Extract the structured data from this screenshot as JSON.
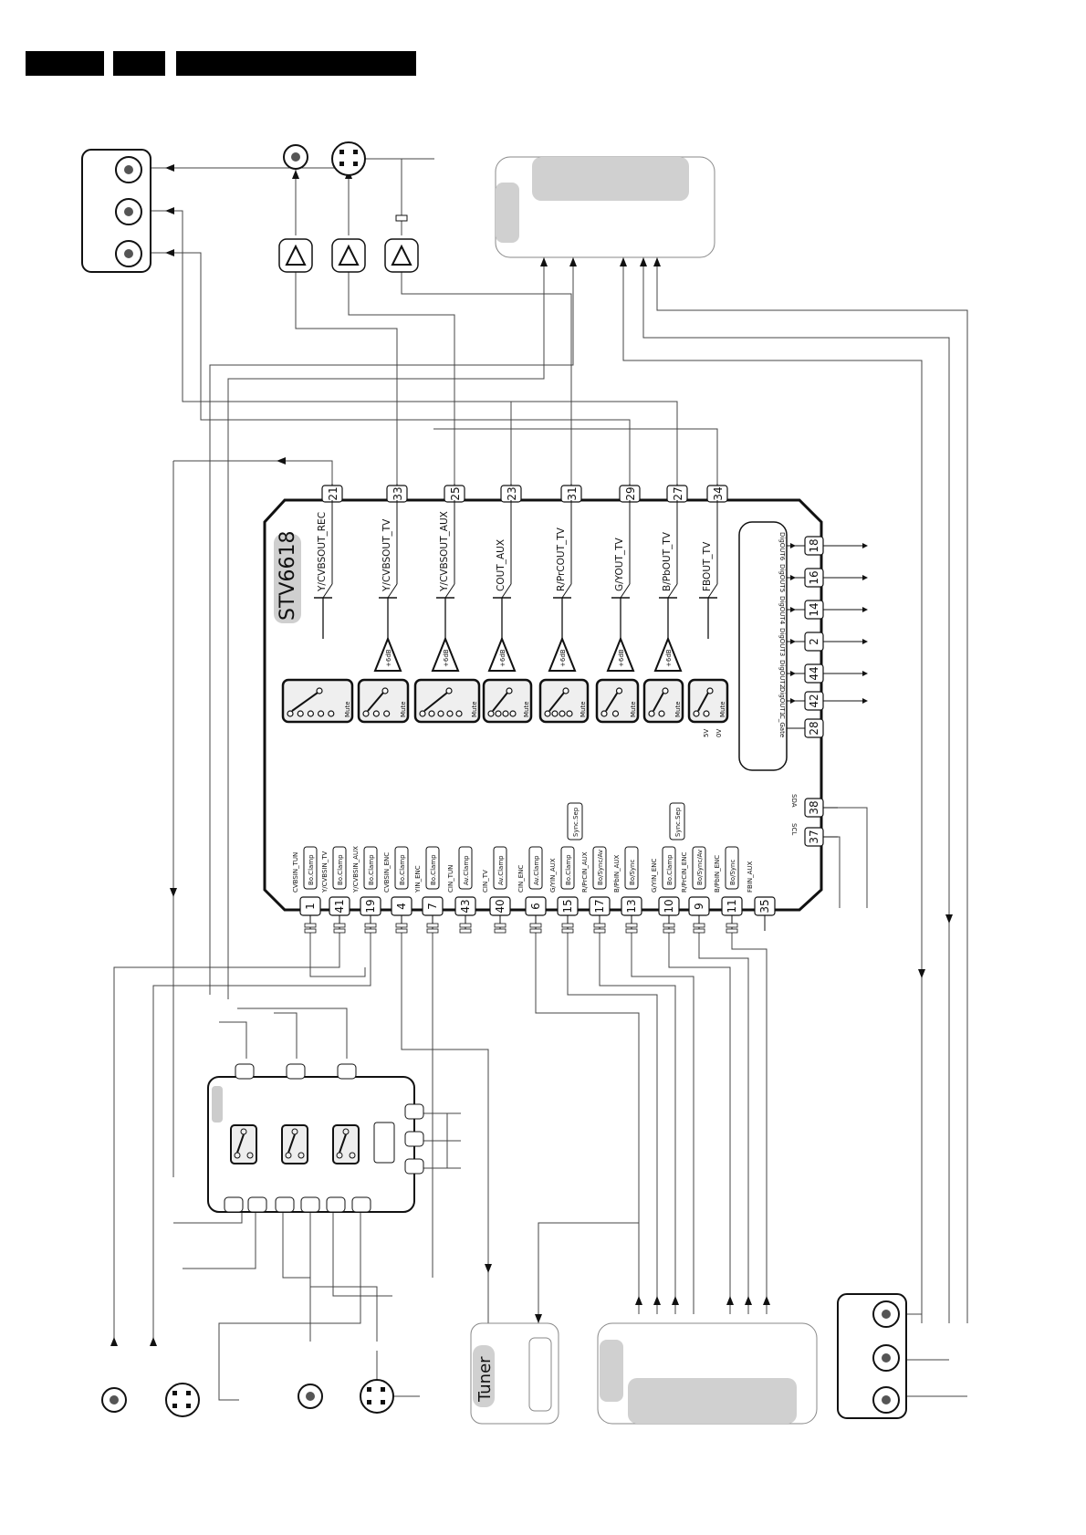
{
  "header": {
    "bars": [
      "",
      "",
      ""
    ]
  },
  "chip": {
    "name": "STV6618",
    "top_pins": [
      {
        "num": "21",
        "label": "Y/CVBSOUT_REC"
      },
      {
        "num": "33",
        "label": "Y/CVBSOUT_TV"
      },
      {
        "num": "25",
        "label": "Y/CVBSOUT_AUX"
      },
      {
        "num": "23",
        "label": "COUT_AUX"
      },
      {
        "num": "31",
        "label": "R/PrCOUT_TV"
      },
      {
        "num": "29",
        "label": "G/YOUT_TV"
      },
      {
        "num": "27",
        "label": "B/PbOUT_TV"
      },
      {
        "num": "34",
        "label": "FBOUT_TV"
      }
    ],
    "bottom_pins": [
      {
        "num": "1",
        "label": "CVBSIN_TUN",
        "block": "Bo.Clamp"
      },
      {
        "num": "41",
        "label": "Y/CVBSIN_TV",
        "block": "Bo.Clamp"
      },
      {
        "num": "19",
        "label": "Y/CVBSIN_AUX",
        "block": "Bo.Clamp"
      },
      {
        "num": "4",
        "label": "CVBSIN_ENC",
        "block": "Bo.Clamp"
      },
      {
        "num": "7",
        "label": "YIN_ENC",
        "block": "Bo.Clamp"
      },
      {
        "num": "43",
        "label": "CIN_TUN",
        "block": "Av.Clamp"
      },
      {
        "num": "40",
        "label": "CIN_TV",
        "block": "Av.Clamp"
      },
      {
        "num": "6",
        "label": "CIN_ENC",
        "block": "Av.Clamp"
      },
      {
        "num": "15",
        "label": "G/YIN_AUX",
        "block": "Bo.Clamp"
      },
      {
        "num": "17",
        "label": "R/PrCIN_AUX",
        "block": "Bo/Sync/Av"
      },
      {
        "num": "13",
        "label": "B/PbIN_AUX",
        "block": "Bo/Sync"
      },
      {
        "num": "10",
        "label": "G/YIN_ENC",
        "block": "Bo.Clamp"
      },
      {
        "num": "9",
        "label": "R/PrCIN_ENC",
        "block": "Bo/Sync/Av"
      },
      {
        "num": "11",
        "label": "B/PbIN_ENC",
        "block": "Bo/Sync"
      },
      {
        "num": "35",
        "label": "FBIN_AUX",
        "block": ""
      }
    ],
    "right_pins": [
      {
        "num": "18",
        "label": "DigOUT6"
      },
      {
        "num": "16",
        "label": "DigOUT5"
      },
      {
        "num": "14",
        "label": "DigOUT4"
      },
      {
        "num": "2",
        "label": "DigOUT3"
      },
      {
        "num": "44",
        "label": "DigOUT2"
      },
      {
        "num": "42",
        "label": "DigOUT1"
      },
      {
        "num": "28",
        "label": "C_Gate"
      },
      {
        "num": "38",
        "label": "SDA"
      },
      {
        "num": "37",
        "label": "SCL"
      }
    ],
    "amp_label": "+6dB",
    "mute_label": "Mute",
    "sync_sep_label": "Sync.Sep",
    "fb_levels": [
      "5V",
      "0V"
    ]
  },
  "tuner": {
    "label": "Tuner"
  }
}
